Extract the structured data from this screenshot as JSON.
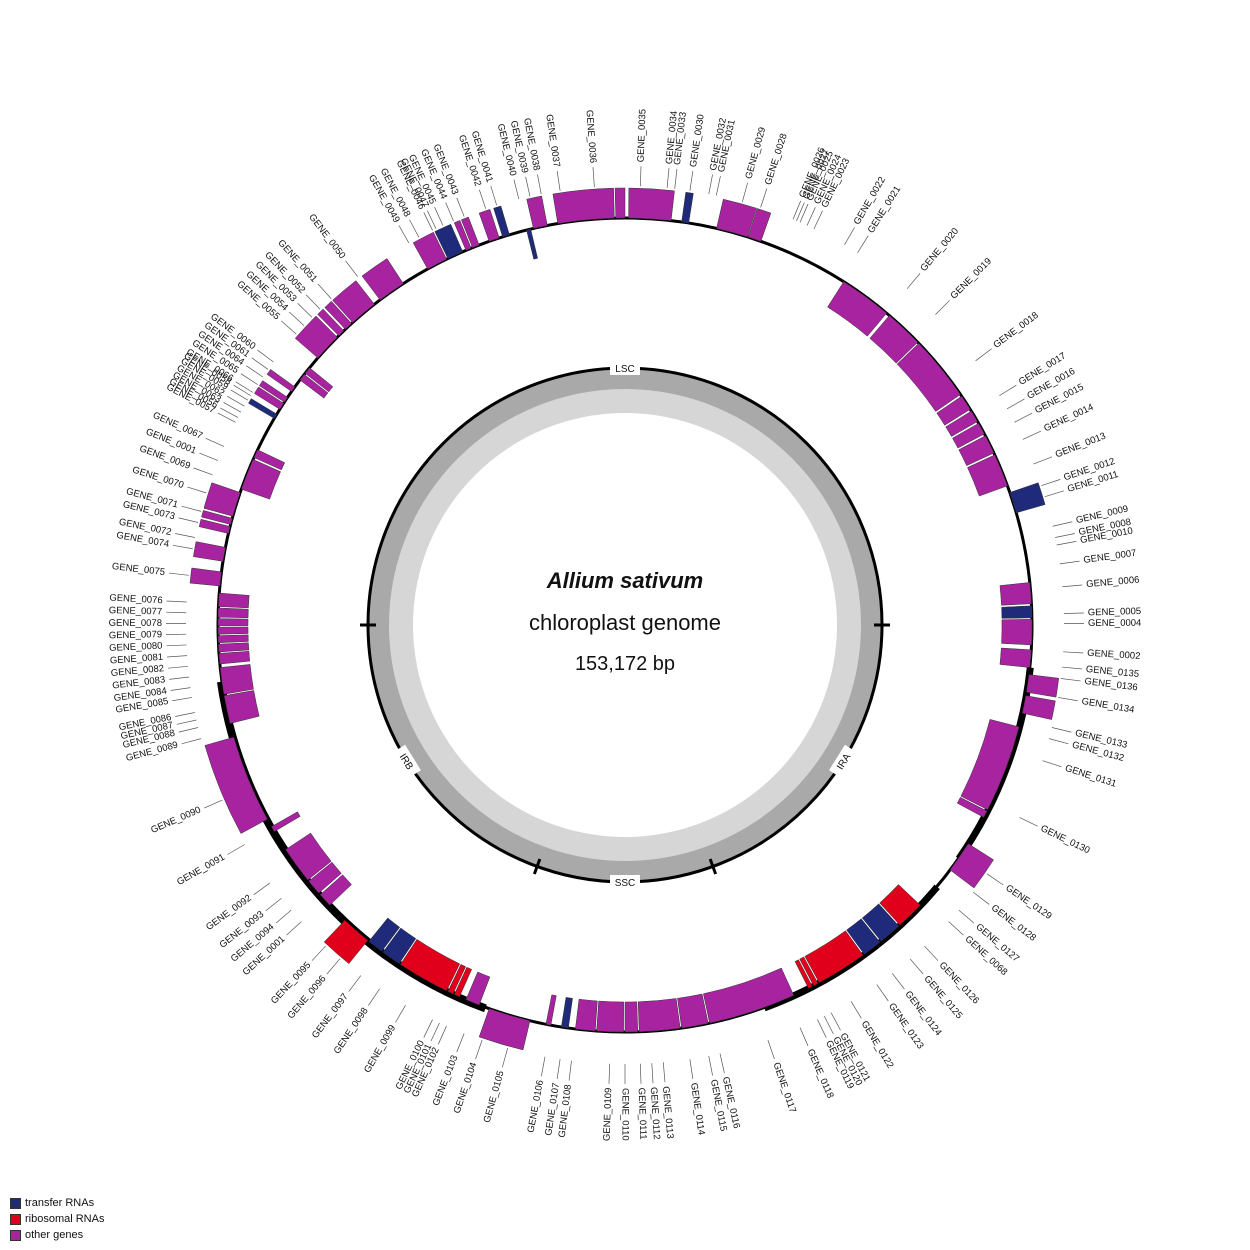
{
  "title": {
    "species": "Allium sativum",
    "subtitle": "chloroplast genome",
    "length": "153,172 bp"
  },
  "regions": [
    "LSC",
    "IRA",
    "SSC",
    "IRB"
  ],
  "colors": {
    "trna": "#1f2a7a",
    "rrna": "#e0001b",
    "other": "#a8239f",
    "gc_outer": "#a9a9a9",
    "gc_inner": "#d6d6d6"
  },
  "legend": [
    {
      "label": "transfer RNAs",
      "color": "#1f2a7a"
    },
    {
      "label": "ribosomal RNAs",
      "color": "#e0001b"
    },
    {
      "label": "other genes",
      "color": "#a8239f"
    }
  ],
  "outer_labels": [
    {
      "n": "GENE_0032",
      "a": 11.0
    },
    {
      "n": "GENE_0031",
      "a": 12.0
    },
    {
      "n": "GENE_0029",
      "a": 15.5
    },
    {
      "n": "GENE_0028",
      "a": 18.0
    },
    {
      "n": "GENE_0027",
      "a": 23.0
    },
    {
      "n": "GENE_0022",
      "a": 30.0
    },
    {
      "n": "GENE_0021",
      "a": 32.0
    },
    {
      "n": "GENE_0020",
      "a": 40.0
    },
    {
      "n": "GENE_0019",
      "a": 45.0
    },
    {
      "n": "GENE_0018",
      "a": 53.0
    },
    {
      "n": "GENE_0017",
      "a": 58.5
    },
    {
      "n": "GENE_0016",
      "a": 60.5
    },
    {
      "n": "GENE_0015",
      "a": 62.5
    },
    {
      "n": "GENE_0014",
      "a": 65.0
    },
    {
      "n": "GENE_0013",
      "a": 68.5
    },
    {
      "n": "GENE_0012",
      "a": 71.5
    },
    {
      "n": "GENE_0011",
      "a": 73.0
    },
    {
      "n": "GENE_0009",
      "a": 77.0
    },
    {
      "n": "GENE_0008",
      "a": 78.5
    },
    {
      "n": "GENE_0010",
      "a": 79.5
    },
    {
      "n": "GENE_0007",
      "a": 82.0
    },
    {
      "n": "GENE_0006",
      "a": 85.0
    },
    {
      "n": "GENE_0005",
      "a": 88.5
    },
    {
      "n": "GENE_0004",
      "a": 89.8
    },
    {
      "n": "GENE_0002",
      "a": 93.5
    },
    {
      "n": "GENE_0135",
      "a": 95.5
    },
    {
      "n": "GENE_0136",
      "a": 97.0
    },
    {
      "n": "GENE_0134",
      "a": 99.5
    },
    {
      "n": "GENE_0133",
      "a": 103.5
    },
    {
      "n": "GENE_0132",
      "a": 105.0
    },
    {
      "n": "GENE_0131",
      "a": 108.0
    },
    {
      "n": "GENE_0130",
      "a": 116.0
    },
    {
      "n": "GENE_0129",
      "a": 124.5
    },
    {
      "n": "GENE_0128",
      "a": 127.5
    },
    {
      "n": "GENE_0127",
      "a": 130.5
    },
    {
      "n": "GENE_0068",
      "a": 132.5
    },
    {
      "n": "GENE_0126",
      "a": 137.0
    },
    {
      "n": "GENE_0125",
      "a": 139.5
    },
    {
      "n": "GENE_0124",
      "a": 142.5
    },
    {
      "n": "GENE_0123",
      "a": 145.0
    },
    {
      "n": "GENE_0122",
      "a": 149.0
    },
    {
      "n": "GENE_0121",
      "a": 152.0
    },
    {
      "n": "GENE_0120",
      "a": 153.0
    },
    {
      "n": "GENE_0119",
      "a": 154.0
    },
    {
      "n": "GENE_0118",
      "a": 156.5
    },
    {
      "n": "GENE_0117",
      "a": 161.0
    },
    {
      "n": "GENE_0116",
      "a": 167.5
    },
    {
      "n": "GENE_0115",
      "a": 169.0
    },
    {
      "n": "GENE_0114",
      "a": 171.5
    },
    {
      "n": "GENE_0113",
      "a": 175.0
    },
    {
      "n": "GENE_0112",
      "a": 176.5
    },
    {
      "n": "GENE_0111",
      "a": 178.0
    },
    {
      "n": "GENE_0110",
      "a": 180.0
    },
    {
      "n": "GENE_0109",
      "a": 182.0
    },
    {
      "n": "GENE_0108",
      "a": 187.0
    },
    {
      "n": "GENE_0107",
      "a": 188.5
    },
    {
      "n": "GENE_0106",
      "a": 190.5
    },
    {
      "n": "GENE_0105",
      "a": 195.5
    },
    {
      "n": "GENE_0104",
      "a": 199.0
    },
    {
      "n": "GENE_0103",
      "a": 201.5
    },
    {
      "n": "GENE_0102",
      "a": 204.0
    },
    {
      "n": "GENE_0101",
      "a": 205.0
    },
    {
      "n": "GENE_0100",
      "a": 206.0
    },
    {
      "n": "GENE_0099",
      "a": 210.0
    },
    {
      "n": "GENE_0098",
      "a": 214.0
    },
    {
      "n": "GENE_0097",
      "a": 217.0
    },
    {
      "n": "GENE_0096",
      "a": 220.5
    },
    {
      "n": "GENE_0095",
      "a": 223.0
    },
    {
      "n": "GENE_0001",
      "a": 227.5
    },
    {
      "n": "GENE_0094",
      "a": 229.5
    },
    {
      "n": "GENE_0093",
      "a": 231.5
    },
    {
      "n": "GENE_0092",
      "a": 234.0
    },
    {
      "n": "GENE_0091",
      "a": 240.0
    },
    {
      "n": "GENE_0090",
      "a": 246.5
    },
    {
      "n": "GENE_0089",
      "a": 255.0
    },
    {
      "n": "GENE_0088",
      "a": 256.5
    },
    {
      "n": "GENE_0087",
      "a": 257.5
    },
    {
      "n": "GENE_0086",
      "a": 258.5
    },
    {
      "n": "GENE_0085",
      "a": 260.5
    },
    {
      "n": "GENE_0084",
      "a": 261.8
    },
    {
      "n": "GENE_0083",
      "a": 263.2
    },
    {
      "n": "GENE_0082",
      "a": 264.6
    },
    {
      "n": "GENE_0081",
      "a": 266.0
    },
    {
      "n": "GENE_0080",
      "a": 267.4
    },
    {
      "n": "GENE_0079",
      "a": 268.8
    },
    {
      "n": "GENE_0078",
      "a": 270.2
    },
    {
      "n": "GENE_0077",
      "a": 271.6
    },
    {
      "n": "GENE_0076",
      "a": 273.0
    },
    {
      "n": "GENE_0075",
      "a": 276.5
    },
    {
      "n": "GENE_0074",
      "a": 280.0
    },
    {
      "n": "GENE_0073",
      "a": 283.5
    },
    {
      "n": "GENE_0071",
      "a": 285.0
    },
    {
      "n": "GENE_0070",
      "a": 287.5
    },
    {
      "n": "GENE_0072",
      "a": 281.5
    },
    {
      "n": "GENE_0069",
      "a": 290.0
    },
    {
      "n": "GENE_0001",
      "a": 292.0
    },
    {
      "n": "GENE_0067",
      "a": 294.0
    },
    {
      "n": "GENE_0066",
      "a": 302.0
    },
    {
      "n": "GENE_0065",
      "a": 303.2
    },
    {
      "n": "GENE_0064",
      "a": 304.4
    },
    {
      "n": "GENE_0061",
      "a": 305.6
    },
    {
      "n": "GENE_0060",
      "a": 306.8
    },
    {
      "n": "GENE_0063",
      "a": 299.0
    },
    {
      "n": "GENE_0062",
      "a": 299.9
    },
    {
      "n": "GENE_0059",
      "a": 300.8
    },
    {
      "n": "GENE_0058",
      "a": 301.5
    },
    {
      "n": "GENE_0057",
      "a": 297.5
    },
    {
      "n": "GENE_0056",
      "a": 298.2
    },
    {
      "n": "GENE_0055",
      "a": 311.5
    },
    {
      "n": "GENE_0054",
      "a": 313.0
    },
    {
      "n": "GENE_0053",
      "a": 314.5
    },
    {
      "n": "GENE_0052",
      "a": 316.0
    },
    {
      "n": "GENE_0051",
      "a": 318.0
    },
    {
      "n": "GENE_0050",
      "a": 322.5
    },
    {
      "n": "GENE_0049",
      "a": 330.5
    },
    {
      "n": "GENE_0048",
      "a": 332.0
    },
    {
      "n": "GENE_0047",
      "a": 334.5
    },
    {
      "n": "GENE_0046",
      "a": 334.0
    },
    {
      "n": "GENE_0045",
      "a": 335.5
    },
    {
      "n": "GENE_0044",
      "a": 337.0
    },
    {
      "n": "GENE_0043",
      "a": 338.5
    },
    {
      "n": "GENE_0042",
      "a": 341.5
    },
    {
      "n": "GENE_0041",
      "a": 343.0
    },
    {
      "n": "GENE_0040",
      "a": 346.0
    },
    {
      "n": "GENE_0039",
      "a": 347.5
    },
    {
      "n": "GENE_0038",
      "a": 349.0
    },
    {
      "n": "GENE_0037",
      "a": 351.5
    },
    {
      "n": "GENE_0036",
      "a": 356.0
    },
    {
      "n": "GENE_0035",
      "a": 2.0
    },
    {
      "n": "GENE_0034",
      "a": 5.5
    },
    {
      "n": "GENE_0033",
      "a": 6.5
    },
    {
      "n": "GENE_0030",
      "a": 8.5
    },
    {
      "n": "GENE_0026",
      "a": 22.5
    },
    {
      "n": "GENE_0025",
      "a": 23.5
    },
    {
      "n": "GENE_0024",
      "a": 24.5
    },
    {
      "n": "GENE_0023",
      "a": 25.5
    }
  ],
  "genes": [
    {
      "s": 0.5,
      "e": 6.5,
      "t": "other",
      "side": "out"
    },
    {
      "s": 8.0,
      "e": 9.0,
      "t": "trna",
      "side": "out"
    },
    {
      "s": 13.0,
      "e": 17.5,
      "t": "other",
      "side": "out"
    },
    {
      "s": 17.6,
      "e": 19.5,
      "t": "other",
      "side": "out"
    },
    {
      "s": 32.5,
      "e": 40.0,
      "t": "other",
      "side": "in"
    },
    {
      "s": 40.5,
      "e": 46.0,
      "t": "other",
      "side": "in"
    },
    {
      "s": 46.2,
      "e": 55.5,
      "t": "other",
      "side": "in"
    },
    {
      "s": 55.8,
      "e": 58.0,
      "t": "other",
      "side": "in"
    },
    {
      "s": 58.3,
      "e": 60.0,
      "t": "other",
      "side": "in"
    },
    {
      "s": 60.3,
      "e": 62.0,
      "t": "other",
      "side": "in"
    },
    {
      "s": 62.3,
      "e": 65.0,
      "t": "other",
      "side": "in"
    },
    {
      "s": 65.3,
      "e": 70.0,
      "t": "other",
      "side": "in"
    },
    {
      "s": 71.0,
      "e": 74.0,
      "t": "trna",
      "side": "out"
    },
    {
      "s": 84.0,
      "e": 87.0,
      "t": "other",
      "side": "in"
    },
    {
      "s": 87.3,
      "e": 89.0,
      "t": "trna",
      "side": "in"
    },
    {
      "s": 89.2,
      "e": 92.8,
      "t": "other",
      "side": "in"
    },
    {
      "s": 93.5,
      "e": 96.0,
      "t": "other",
      "side": "in"
    },
    {
      "s": 97.0,
      "e": 99.5,
      "t": "other",
      "side": "out"
    },
    {
      "s": 100.0,
      "e": 102.5,
      "t": "other",
      "side": "out"
    },
    {
      "s": 104.5,
      "e": 117.0,
      "t": "other",
      "side": "in"
    },
    {
      "s": 117.2,
      "e": 118.2,
      "t": "other",
      "side": "in"
    },
    {
      "s": 122.5,
      "e": 127.0,
      "t": "other",
      "side": "out"
    },
    {
      "s": 133.5,
      "e": 137.5,
      "t": "rrna",
      "side": "in"
    },
    {
      "s": 137.7,
      "e": 141.0,
      "t": "trna",
      "side": "in"
    },
    {
      "s": 141.2,
      "e": 144.0,
      "t": "trna",
      "side": "in"
    },
    {
      "s": 144.2,
      "e": 151.5,
      "t": "rrna",
      "side": "in"
    },
    {
      "s": 151.7,
      "e": 152.4,
      "t": "rrna",
      "side": "in"
    },
    {
      "s": 152.6,
      "e": 153.2,
      "t": "rrna",
      "side": "in"
    },
    {
      "s": 155.5,
      "e": 168.0,
      "t": "other",
      "side": "in"
    },
    {
      "s": 168.2,
      "e": 172.0,
      "t": "other",
      "side": "in"
    },
    {
      "s": 172.2,
      "e": 178.0,
      "t": "other",
      "side": "in"
    },
    {
      "s": 178.2,
      "e": 180.0,
      "t": "other",
      "side": "in"
    },
    {
      "s": 180.2,
      "e": 184.0,
      "t": "other",
      "side": "in"
    },
    {
      "s": 184.2,
      "e": 187.0,
      "t": "other",
      "side": "in"
    },
    {
      "s": 188.0,
      "e": 189.0,
      "t": "trna",
      "side": "in"
    },
    {
      "s": 190.5,
      "e": 191.2,
      "t": "other",
      "side": "in"
    },
    {
      "s": 193.5,
      "e": 199.5,
      "t": "other",
      "side": "out"
    },
    {
      "s": 201.0,
      "e": 203.0,
      "t": "other",
      "side": "in"
    },
    {
      "s": 204.0,
      "e": 204.8,
      "t": "rrna",
      "side": "in"
    },
    {
      "s": 205.0,
      "e": 205.8,
      "t": "rrna",
      "side": "in"
    },
    {
      "s": 206.0,
      "e": 213.5,
      "t": "rrna",
      "side": "in"
    },
    {
      "s": 213.7,
      "e": 216.5,
      "t": "trna",
      "side": "in"
    },
    {
      "s": 216.7,
      "e": 219.0,
      "t": "trna",
      "side": "in"
    },
    {
      "s": 219.2,
      "e": 223.5,
      "t": "rrna",
      "side": "out"
    },
    {
      "s": 226.5,
      "e": 228.5,
      "t": "other",
      "side": "in"
    },
    {
      "s": 228.8,
      "e": 231.0,
      "t": "other",
      "side": "in"
    },
    {
      "s": 231.2,
      "e": 236.5,
      "t": "other",
      "side": "in"
    },
    {
      "s": 239.5,
      "e": 240.3,
      "t": "other",
      "side": "in"
    },
    {
      "s": 241.5,
      "e": 254.0,
      "t": "other",
      "side": "out"
    },
    {
      "s": 256.0,
      "e": 260.0,
      "t": "other",
      "side": "in"
    },
    {
      "s": 260.2,
      "e": 264.0,
      "t": "other",
      "side": "in"
    },
    {
      "s": 264.5,
      "e": 266.0,
      "t": "other",
      "side": "in"
    },
    {
      "s": 266.2,
      "e": 267.3,
      "t": "other",
      "side": "in"
    },
    {
      "s": 267.5,
      "e": 268.5,
      "t": "other",
      "side": "in"
    },
    {
      "s": 268.7,
      "e": 269.7,
      "t": "other",
      "side": "in"
    },
    {
      "s": 269.9,
      "e": 270.9,
      "t": "other",
      "side": "in"
    },
    {
      "s": 271.1,
      "e": 272.4,
      "t": "other",
      "side": "in"
    },
    {
      "s": 272.6,
      "e": 274.5,
      "t": "other",
      "side": "in"
    },
    {
      "s": 275.5,
      "e": 277.5,
      "t": "other",
      "side": "out"
    },
    {
      "s": 279.0,
      "e": 281.0,
      "t": "other",
      "side": "out"
    },
    {
      "s": 283.0,
      "e": 284.0,
      "t": "other",
      "side": "out"
    },
    {
      "s": 284.3,
      "e": 285.2,
      "t": "other",
      "side": "out"
    },
    {
      "s": 285.5,
      "e": 289.0,
      "t": "other",
      "side": "out"
    },
    {
      "s": 289.5,
      "e": 294.0,
      "t": "other",
      "side": "in"
    },
    {
      "s": 294.3,
      "e": 295.5,
      "t": "other",
      "side": "in"
    },
    {
      "s": 300.5,
      "e": 301.2,
      "t": "trna",
      "side": "out"
    },
    {
      "s": 302.0,
      "e": 303.0,
      "t": "other",
      "side": "out"
    },
    {
      "s": 303.2,
      "e": 304.0,
      "t": "other",
      "side": "out"
    },
    {
      "s": 305.0,
      "e": 305.8,
      "t": "other",
      "side": "out"
    },
    {
      "s": 307.0,
      "e": 308.0,
      "t": "other",
      "side": "in"
    },
    {
      "s": 308.2,
      "e": 309.2,
      "t": "other",
      "side": "in"
    },
    {
      "s": 311.0,
      "e": 315.0,
      "t": "other",
      "side": "out"
    },
    {
      "s": 315.3,
      "e": 316.3,
      "t": "other",
      "side": "out"
    },
    {
      "s": 316.6,
      "e": 317.8,
      "t": "other",
      "side": "out"
    },
    {
      "s": 318.0,
      "e": 322.0,
      "t": "other",
      "side": "out"
    },
    {
      "s": 323.0,
      "e": 327.0,
      "t": "other",
      "side": "out"
    },
    {
      "s": 331.0,
      "e": 334.0,
      "t": "other",
      "side": "out"
    },
    {
      "s": 334.2,
      "e": 336.5,
      "t": "trna",
      "side": "out"
    },
    {
      "s": 337.0,
      "e": 337.8,
      "t": "other",
      "side": "out"
    },
    {
      "s": 338.0,
      "e": 339.0,
      "t": "other",
      "side": "out"
    },
    {
      "s": 340.5,
      "e": 342.0,
      "t": "other",
      "side": "out"
    },
    {
      "s": 342.5,
      "e": 343.5,
      "t": "trna",
      "side": "out"
    },
    {
      "s": 346.0,
      "e": 346.6,
      "t": "trna",
      "side": "in"
    },
    {
      "s": 347.0,
      "e": 349.0,
      "t": "other",
      "side": "out"
    },
    {
      "s": 350.5,
      "e": 358.5,
      "t": "other",
      "side": "out"
    },
    {
      "s": 358.7,
      "e": 360.0,
      "t": "other",
      "side": "out"
    }
  ]
}
